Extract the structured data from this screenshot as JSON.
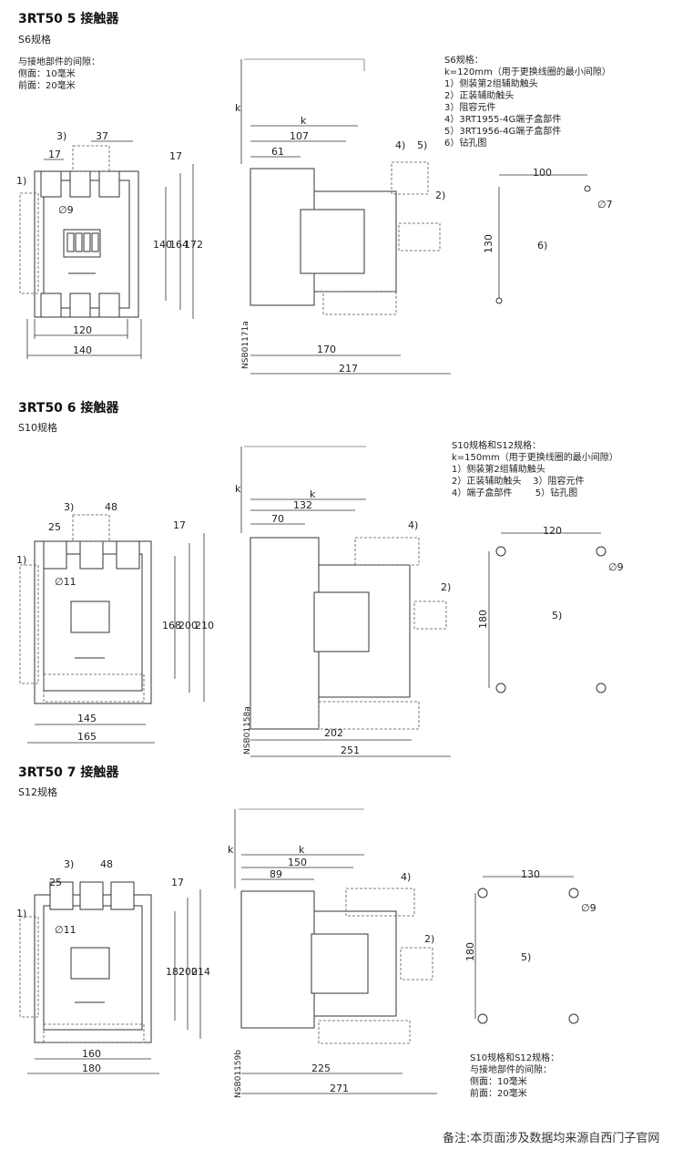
{
  "sections": [
    {
      "title": "3RT50 5 接触器",
      "size": "S6规格",
      "clearance_title": "与接地部件的间隙：",
      "clearance_side": "侧面：10毫米",
      "clearance_front": "前面：20毫米",
      "notes": [
        "S6规格：",
        "k=120mm（用于更换线圈的最小间隙）",
        "1）侧装第2组辅助触头",
        "2）正装辅助触头",
        "3）阻容元件",
        "4）3RT1955-4G端子盒部件",
        "5）3RT1956-4G端子盒部件",
        "6）钻孔图"
      ],
      "code": "NSB01171a",
      "front": {
        "w_inner": "120",
        "w_outer": "140",
        "top": "37",
        "left": "17",
        "right_top": "17",
        "h1": "140",
        "h2": "164",
        "h3": "172",
        "hole": "∅9"
      },
      "side": {
        "k": "k",
        "d1": "107",
        "d2": "61",
        "depth": "170",
        "total": "217"
      },
      "drill": {
        "x": "100",
        "y": "130",
        "hole": "∅7",
        "label": "6)"
      }
    },
    {
      "title": "3RT50 6 接触器",
      "size": "S10规格",
      "notes": [
        "S10规格和S12规格：",
        "k=150mm（用于更换线圈的最小间隙）",
        "1）侧装第2组辅助触头",
        "2）正装辅助触头    3）阻容元件",
        "4）端子盒部件        5）钻孔图"
      ],
      "code": "NSB01158a",
      "front": {
        "w_inner": "145",
        "w_outer": "165",
        "top": "48",
        "left": "25",
        "right_top": "17",
        "h1": "168",
        "h2": "200",
        "h3": "210",
        "hole": "∅11"
      },
      "side": {
        "k": "k",
        "d1": "132",
        "d2": "70",
        "depth": "202",
        "total": "251"
      },
      "drill": {
        "x": "120",
        "y": "180",
        "hole": "∅9",
        "label": "5)"
      }
    },
    {
      "title": "3RT50 7 接触器",
      "size": "S12规格",
      "clearance_header": "S10规格和S12规格：",
      "clearance_title": "与接地部件的间隙：",
      "clearance_side": "侧面：10毫米",
      "clearance_front": "前面：20毫米",
      "code": "NSB01159b",
      "front": {
        "w_inner": "160",
        "w_outer": "180",
        "top": "48",
        "left": "25",
        "right_top": "17",
        "h1": "182",
        "h2": "200",
        "h3": "214",
        "hole": "∅11"
      },
      "side": {
        "k": "k",
        "d1": "150",
        "d2": "89",
        "depth": "225",
        "total": "271"
      },
      "drill": {
        "x": "130",
        "y": "180",
        "hole": "∅9",
        "label": "5)"
      }
    }
  ],
  "callouts": {
    "c1": "1)",
    "c2": "2)",
    "c3": "3)",
    "c4": "4)",
    "c5": "5)"
  },
  "footer": "备注:本页面涉及数据均来源自西门子官网"
}
